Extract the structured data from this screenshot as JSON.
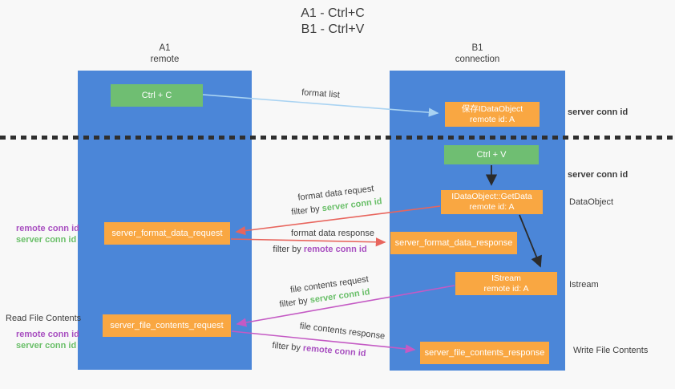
{
  "title": {
    "line1": "A1 - Ctrl+C",
    "line2": "B1 - Ctrl+V"
  },
  "lifelines": {
    "left": {
      "name": "A1",
      "role": "remote"
    },
    "right": {
      "name": "B1",
      "role": "connection"
    }
  },
  "boxes": {
    "ctrl_c": "Ctrl + C",
    "ctrl_v": "Ctrl + V",
    "save_dataobject": {
      "line1": "保存IDataObject",
      "line2": "remote id: A"
    },
    "getdata": {
      "line1": "IDataObject::GetData",
      "line2": "remote id: A"
    },
    "istream": {
      "line1": "IStream",
      "line2": "remote id: A"
    },
    "format_request": "server_format_data_request",
    "format_response": "server_format_data_response",
    "file_request": "server_file_contents_request",
    "file_response": "server_file_contents_response"
  },
  "arrow_labels": {
    "format_list": "format list",
    "format_data_request": "format data request",
    "format_data_response": "format data response",
    "file_contents_request": "file contents request",
    "file_contents_response": "file contents response",
    "filter_by": "filter by",
    "server_conn_id": "server conn id",
    "remote_conn_id": "remote conn id"
  },
  "side_labels": {
    "server_conn_id": "server conn id",
    "remote_conn_id": "remote conn id",
    "dataobject": "DataObject",
    "istream": "Istream",
    "read_file_contents": "Read File Contents",
    "write_file_contents": "Write File Contents"
  },
  "colors": {
    "background": "#f8f8f8",
    "lifeline_blue": "#4b86d8",
    "box_green": "#6fbe72",
    "box_orange": "#f9a742",
    "arrow_light_blue": "#a9d3f2",
    "arrow_red": "#e8655d",
    "arrow_purple": "#c45ac4",
    "arrow_black": "#2b2b2b",
    "text_green": "#6abf69",
    "text_purple": "#a84fc0",
    "text_dark": "#3c3c3c"
  }
}
